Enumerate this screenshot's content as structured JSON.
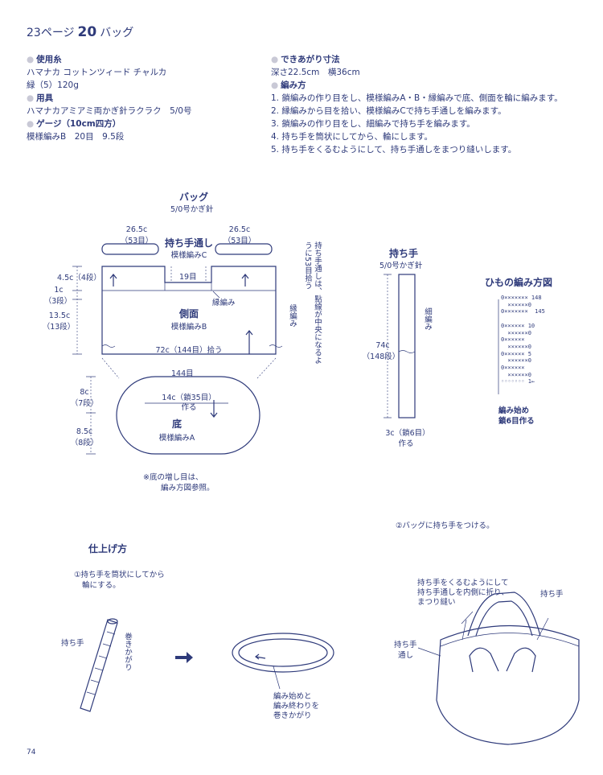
{
  "header": {
    "page_ref": "23ページ",
    "number": "20",
    "title": "バッグ"
  },
  "materials": {
    "yarn_heading": "使用糸",
    "yarn_lines": [
      "ハマナカ コットンツィード チャルカ",
      "緑（5）120g"
    ],
    "tools_heading": "用具",
    "tools_line": "ハマナカアミアミ両かぎ針ラクラク　5/0号",
    "gauge_heading": "ゲージ（10cm四方）",
    "gauge_line": "模様編みB　20目　9.5段"
  },
  "finished": {
    "heading": "できあがり寸法",
    "line": "深さ22.5cm　横36cm"
  },
  "method": {
    "heading": "編み方",
    "steps": [
      "1. 鎖編みの作り目をし、模様編みA・B・縁編みで底、側面を輪に編みます。",
      "2. 縁編みから目を拾い、模様編みCで持ち手通しを編みます。",
      "3. 鎖編みの作り目をし、細編みで持ち手を編みます。",
      "4. 持ち手を筒状にしてから、輪にします。",
      "5. 持ち手をくるむようにして、持ち手通しをまつり縫いします。"
    ]
  },
  "bag_diagram": {
    "title": "バッグ",
    "hook": "5/0号かぎ針",
    "loop_left": "26.5c",
    "loop_left_sts": "（53目）",
    "loop_right": "26.5c",
    "loop_right_sts": "（53目）",
    "handle_loop_title": "持ち手通し",
    "handle_loop_pattern": "模様編みC",
    "center_sts": "19目",
    "edge_label": "縁編み",
    "side_title": "側面",
    "side_pattern": "模様編みB",
    "pickup": "72c（144目）拾う",
    "h1": "4.5c（4段）",
    "h2": "1c",
    "h2_rows": "（3段）",
    "h3": "13.5c",
    "h3_rows": "（13段）",
    "edge_vertical": "縁編み",
    "side_note": "持ち手通しは、點線が中央になるように53目拾う",
    "base_sts": "144目",
    "base_chain": "14c（鎖35目）",
    "base_chain2": "作る",
    "base_title": "底",
    "base_pattern": "模様編みA",
    "b1": "8c",
    "b1_rows": "（7段）",
    "b2": "8.5c",
    "b2_rows": "（8段）",
    "base_note1": "※底の増し目は、",
    "base_note2": "編み方図参照。"
  },
  "handle_diagram": {
    "title": "持ち手",
    "hook": "5/0号かぎ針",
    "pattern": "細編み",
    "length": "74c",
    "length_rows": "（148段）",
    "width": "3c（鎖6目）",
    "width2": "作る"
  },
  "cord_chart": {
    "title": "ひもの編み方図",
    "rows": [
      "0××××××× 148",
      "  ××××××0",
      "0×××××××  145",
      "",
      "0×××××× 10",
      "  ××××××0",
      "0××××××",
      "  ××××××0",
      "0×××××× 5",
      "  ××××××0",
      "0××××××",
      "  ××××××0",
      "◦◦◦◦◦◦◦ 1←"
    ],
    "start_label": "編み始め",
    "start_label2": "鎖6目作る"
  },
  "finishing": {
    "title": "仕上げ方",
    "step1_line1": "①持ち手を筒状にしてから",
    "step1_line2": "輪にする。",
    "handle_label": "持ち手",
    "whip_label": "巻きかがり",
    "join_line1": "編み始めと",
    "join_line2": "編み終わりを",
    "join_line3": "巻きかがり",
    "step2": "②バッグに持ち手をつける。",
    "wrap_line1": "持ち手をくるむようにして",
    "wrap_line2": "持ち手通しを内側に折り、",
    "wrap_line3": "まつり縫い",
    "handle_label2": "持ち手",
    "loop_label1": "持ち手",
    "loop_label2": "通し"
  },
  "footer": {
    "page_number": "74"
  }
}
